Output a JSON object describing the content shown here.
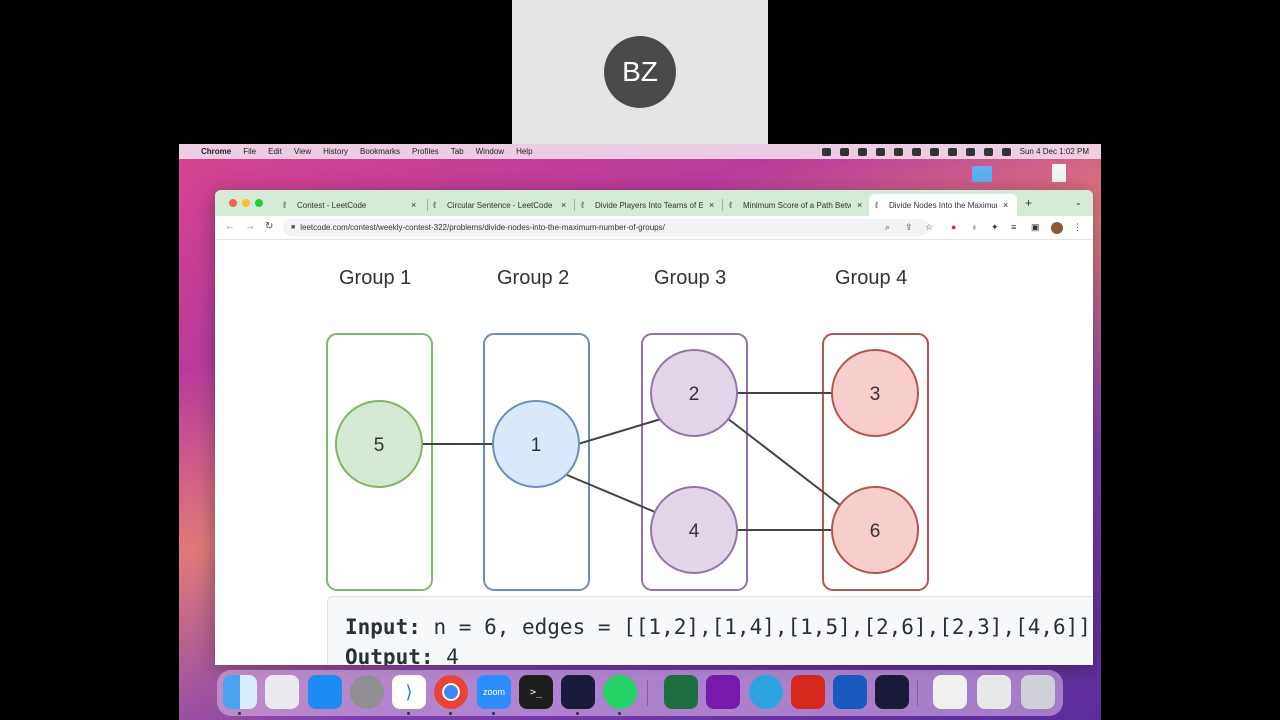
{
  "participant": {
    "initials": "BZ"
  },
  "menubar": {
    "apple_icon": "apple-icon",
    "menus": [
      "Chrome",
      "File",
      "Edit",
      "View",
      "History",
      "Bookmarks",
      "Profiles",
      "Tab",
      "Window",
      "Help"
    ],
    "clock": "Sun 4 Dec  1:02 PM"
  },
  "browser": {
    "tabs": [
      {
        "label": "Contest - LeetCode",
        "active": false
      },
      {
        "label": "Circular Sentence - LeetCode",
        "active": false
      },
      {
        "label": "Divide Players Into Teams of Equal Skill",
        "active": false
      },
      {
        "label": "Minimum Score of a Path Between Two Cities",
        "active": false
      },
      {
        "label": "Divide Nodes Into the Maximum Number of Groups",
        "active": true
      }
    ],
    "new_tab": "+",
    "tab_search": "⌄",
    "close_glyph": "×",
    "url": "leetcode.com/contest/weekly-contest-322/problems/divide-nodes-into-the-maximum-number-of-groups/"
  },
  "diagram": {
    "groups": [
      "Group 1",
      "Group 2",
      "Group 3",
      "Group 4"
    ],
    "nodes": {
      "n5": "5",
      "n1": "1",
      "n2": "2",
      "n4": "4",
      "n3": "3",
      "n6": "6"
    },
    "edges": [
      [
        1,
        2
      ],
      [
        1,
        4
      ],
      [
        1,
        5
      ],
      [
        2,
        6
      ],
      [
        2,
        3
      ],
      [
        4,
        6
      ]
    ],
    "colors": {
      "green": "#7fb872",
      "green_fill": "#d5e8d4",
      "blue": "#6c8ebf",
      "blue_fill": "#dae8fc",
      "purple": "#9673a6",
      "purple_fill": "#e1d5e7",
      "red": "#b85450",
      "red_fill": "#f8cecc"
    }
  },
  "example": {
    "input_label": "Input:",
    "input_value": " n = 6, edges = [[1,2],[1,4],[1,5],[2,6],[2,3],[4,6]]",
    "output_label": "Output:",
    "output_value": " 4"
  },
  "dock": {
    "apps": [
      "finder-icon",
      "launchpad-icon",
      "app-store-icon",
      "system-preferences-icon",
      "vscode-icon",
      "chrome-icon",
      "zoom-icon",
      "terminal-icon",
      "webex-icon",
      "whatsapp-icon",
      "excel-icon",
      "onenote-icon",
      "telegram-icon",
      "acrobat-icon",
      "word-icon",
      "webex-meetings-icon",
      "document-icon",
      "screenshot-icon",
      "trash-icon"
    ],
    "zoom_label": "zoom"
  }
}
